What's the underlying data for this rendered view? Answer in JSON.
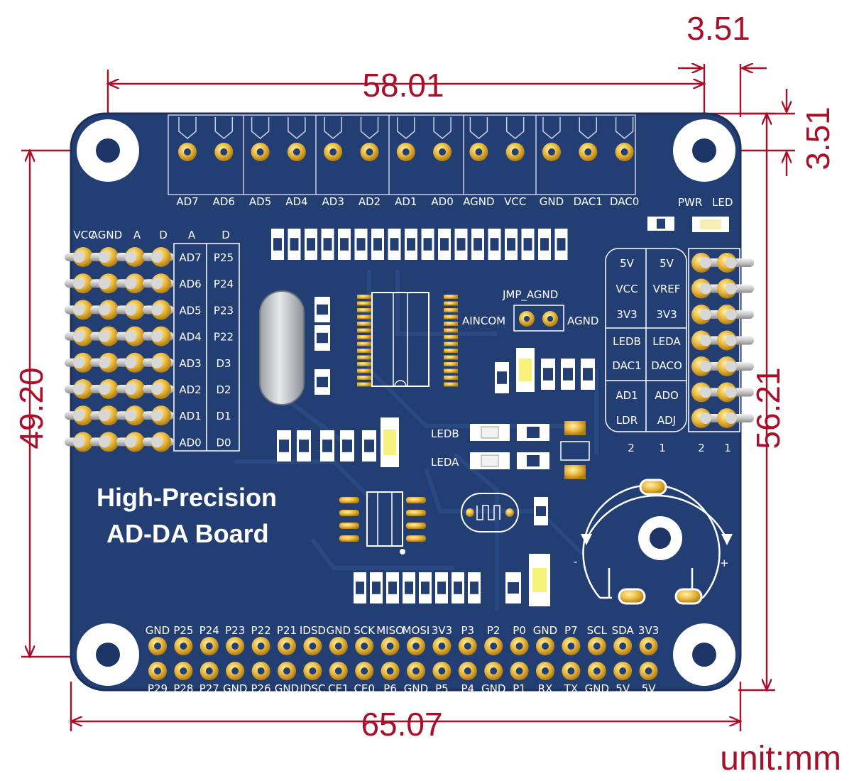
{
  "dimensions": {
    "top_width": "58.01",
    "right_margin": "3.51",
    "right_vertical": "3.51",
    "left_height": "49.20",
    "right_height": "56.21",
    "bottom_width": "65.07",
    "unit": "unit:mm"
  },
  "board_title": {
    "line1": "High-Precision",
    "line2": "AD-DA Board"
  },
  "top_terminals": [
    "AD7",
    "AD6",
    "AD5",
    "AD4",
    "AD3",
    "AD2",
    "AD1",
    "AD0",
    "AGND",
    "VCC",
    "GND",
    "DAC1",
    "DAC0"
  ],
  "pwr_led": {
    "pwr": "PWR",
    "led": "LED"
  },
  "left_header": {
    "col_labels": [
      "VCC",
      "AGND",
      "A",
      "D",
      "A",
      "D"
    ],
    "rows_a": [
      "AD7",
      "AD6",
      "AD5",
      "AD4",
      "AD3",
      "AD2",
      "AD1",
      "AD0"
    ],
    "rows_d": [
      "P25",
      "P24",
      "P23",
      "P22",
      "D3",
      "D2",
      "D1",
      "D0"
    ]
  },
  "jumper": {
    "title": "JMP_AGND",
    "left": "AINCOM",
    "right": "AGND"
  },
  "right_jumper_table": {
    "rows": [
      [
        "5V",
        "5V"
      ],
      [
        "VCC",
        "VREF"
      ],
      [
        "3V3",
        "3V3"
      ],
      [
        "LEDB",
        "LEDA"
      ],
      [
        "DAC1",
        "DACO"
      ],
      [
        "AD1",
        "ADO"
      ],
      [
        "LDR",
        "ADJ"
      ]
    ],
    "col_numbers": [
      "2",
      "1"
    ],
    "pin_numbers": [
      "2",
      "1"
    ]
  },
  "led_labels": {
    "ledb": "LEDB",
    "leda": "LEDA"
  },
  "pot_labels": {
    "minus": "-",
    "plus": "+"
  },
  "gpio_top_row": [
    "GND",
    "P25",
    "P24",
    "P23",
    "P22",
    "P21",
    "IDSD",
    "GND",
    "SCK",
    "MISO",
    "MOSI",
    "3V3",
    "P3",
    "P2",
    "P0",
    "GND",
    "P7",
    "SCL",
    "SDA",
    "3V3"
  ],
  "gpio_bottom_row": [
    "P29",
    "P28",
    "P27",
    "GND",
    "P26",
    "GND",
    "IDSC",
    "CE1",
    "CE0",
    "P6",
    "GND",
    "P5",
    "P4",
    "GND",
    "P1",
    "RX",
    "TX",
    "GND",
    "5V",
    "5V"
  ],
  "colors": {
    "pcb": "#233e73",
    "pad_gold": "#e8b73a",
    "dimension": "#a8102a",
    "silkscreen": "#ffffff"
  }
}
